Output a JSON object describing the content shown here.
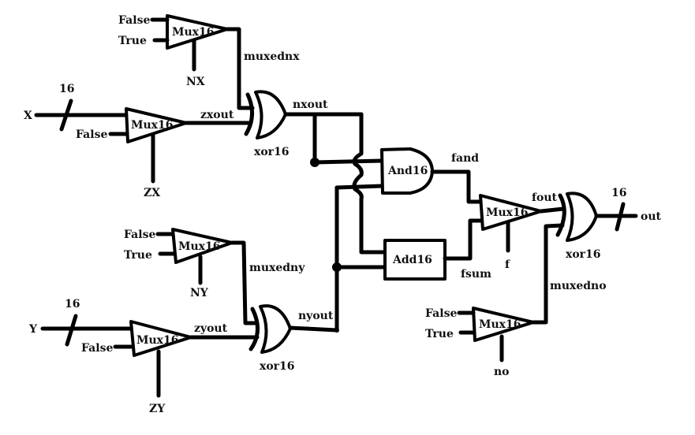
{
  "diagram": {
    "type": "logic-circuit",
    "inputs": {
      "x": "X",
      "y": "Y",
      "bus_width_x": "16",
      "bus_width_y": "16",
      "bus_width_out": "16"
    },
    "controls": {
      "nx": "NX",
      "zx": "ZX",
      "ny": "NY",
      "zy": "ZY",
      "f": "f",
      "no": "no"
    },
    "constants": {
      "false": "False",
      "true": "True"
    },
    "gates": {
      "mux_nx": "Mux16",
      "mux_zx": "Mux16",
      "mux_ny": "Mux16",
      "mux_zy": "Mux16",
      "mux_f": "Mux16",
      "mux_no": "Mux16",
      "xor_x": "xor16",
      "xor_y": "xor16",
      "xor_out": "xor16",
      "and": "And16",
      "add": "Add16"
    },
    "wires": {
      "muxednx": "muxednx",
      "zxout": "zxout",
      "nxout": "nxout",
      "muxedny": "muxedny",
      "zyout": "zyout",
      "nyout": "nyout",
      "fand": "fand",
      "fsum": "fsum",
      "fout": "fout",
      "muxedno": "muxedno",
      "out": "out"
    }
  }
}
